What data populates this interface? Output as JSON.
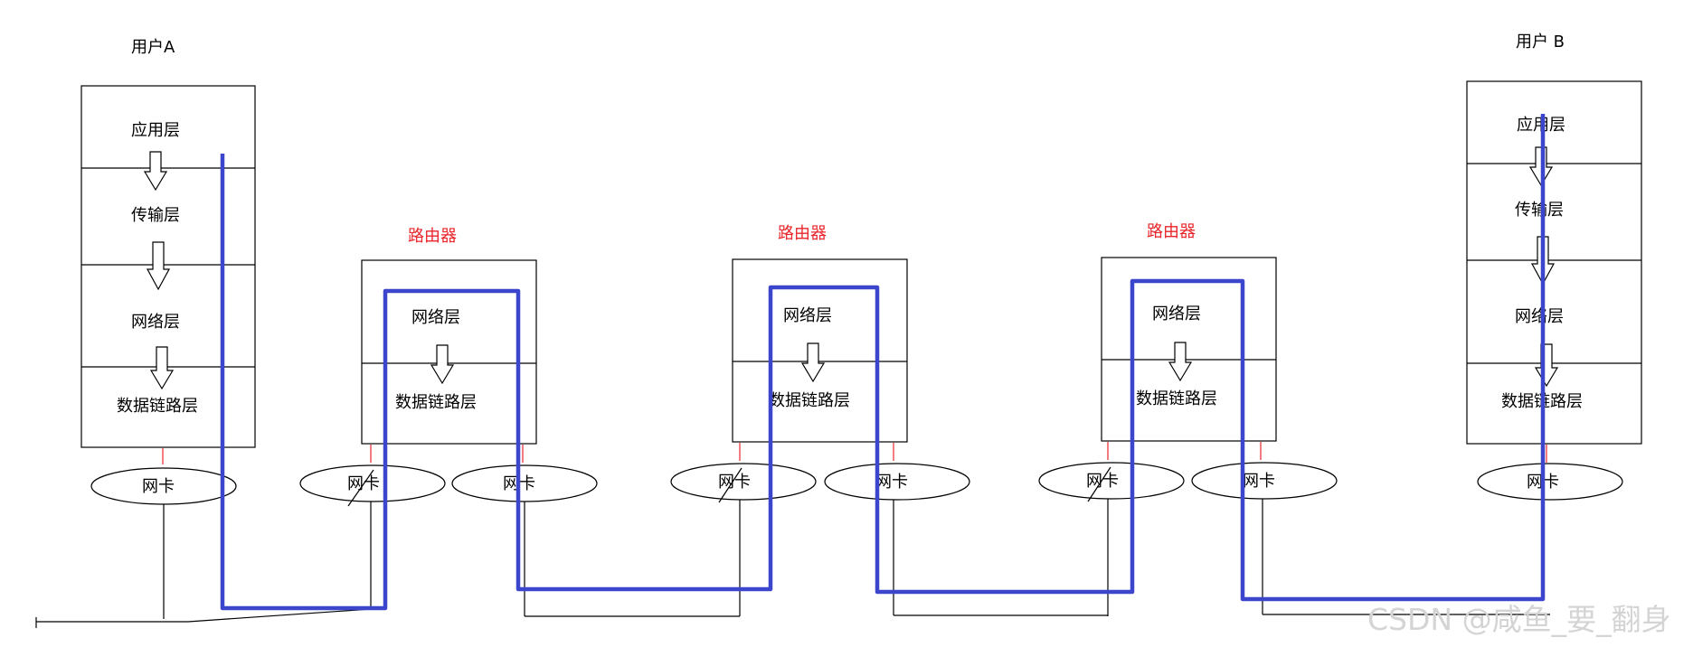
{
  "user_a": {
    "title": "用户A",
    "layers": [
      "应用层",
      "传输层",
      "网络层",
      "数据链路层"
    ],
    "nic": "网卡"
  },
  "user_b": {
    "title": "用户 B",
    "layers": [
      "应用层",
      "传输层",
      "网络层",
      "数据链路层"
    ],
    "nic": "网卡"
  },
  "routers": [
    {
      "title": "路由器",
      "layers": [
        "网络层",
        "数据链路层"
      ],
      "nics": [
        "网卡",
        "网卡"
      ]
    },
    {
      "title": "路由器",
      "layers": [
        "网络层",
        "数据链路层"
      ],
      "nics": [
        "网卡",
        "网卡"
      ]
    },
    {
      "title": "路由器",
      "layers": [
        "网络层",
        "数据链路层"
      ],
      "nics": [
        "网卡",
        "网卡"
      ]
    }
  ],
  "watermark": "CSDN @咸鱼_要_翻身",
  "colors": {
    "path": "#3c46cc",
    "router_title": "#e8262b",
    "connector": "#e8262b"
  }
}
